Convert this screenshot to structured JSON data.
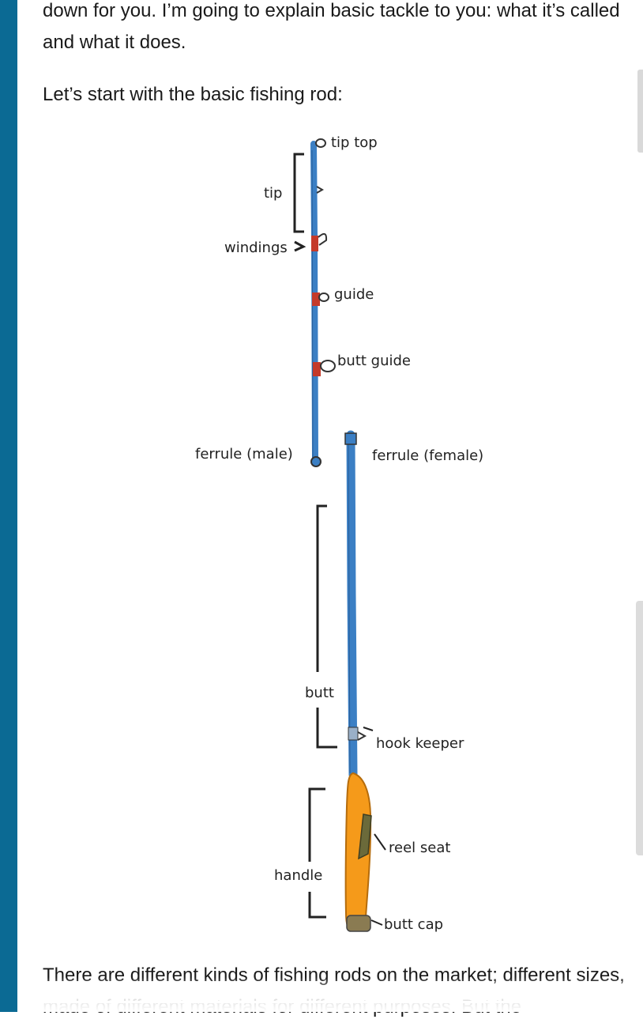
{
  "article": {
    "intro_text": "down for you. I’m going to explain basic tackle to you: what it’s called and what it does.",
    "rod_intro": "Let’s start with the basic fishing rod:",
    "next_text": "There are different kinds of fishing rods on the market; different sizes, made of different materials for different purposes. But the"
  },
  "diagram": {
    "labels": {
      "tip_top": "tip top",
      "tip": "tip",
      "windings": "windings",
      "guide": "guide",
      "butt_guide": "butt guide",
      "ferrule_male": "ferrule (male)",
      "ferrule_female": "ferrule (female)",
      "butt": "butt",
      "hook_keeper": "hook keeper",
      "reel_seat": "reel seat",
      "handle": "handle",
      "butt_cap": "butt cap"
    },
    "colors": {
      "rod_blue": "#3b7fc4",
      "winding_red": "#c43a2a",
      "handle_orange": "#f59a1a",
      "reel_seat_olive": "#6b6a3a"
    }
  },
  "theme": {
    "sidebar_color": "#0b6a94"
  }
}
